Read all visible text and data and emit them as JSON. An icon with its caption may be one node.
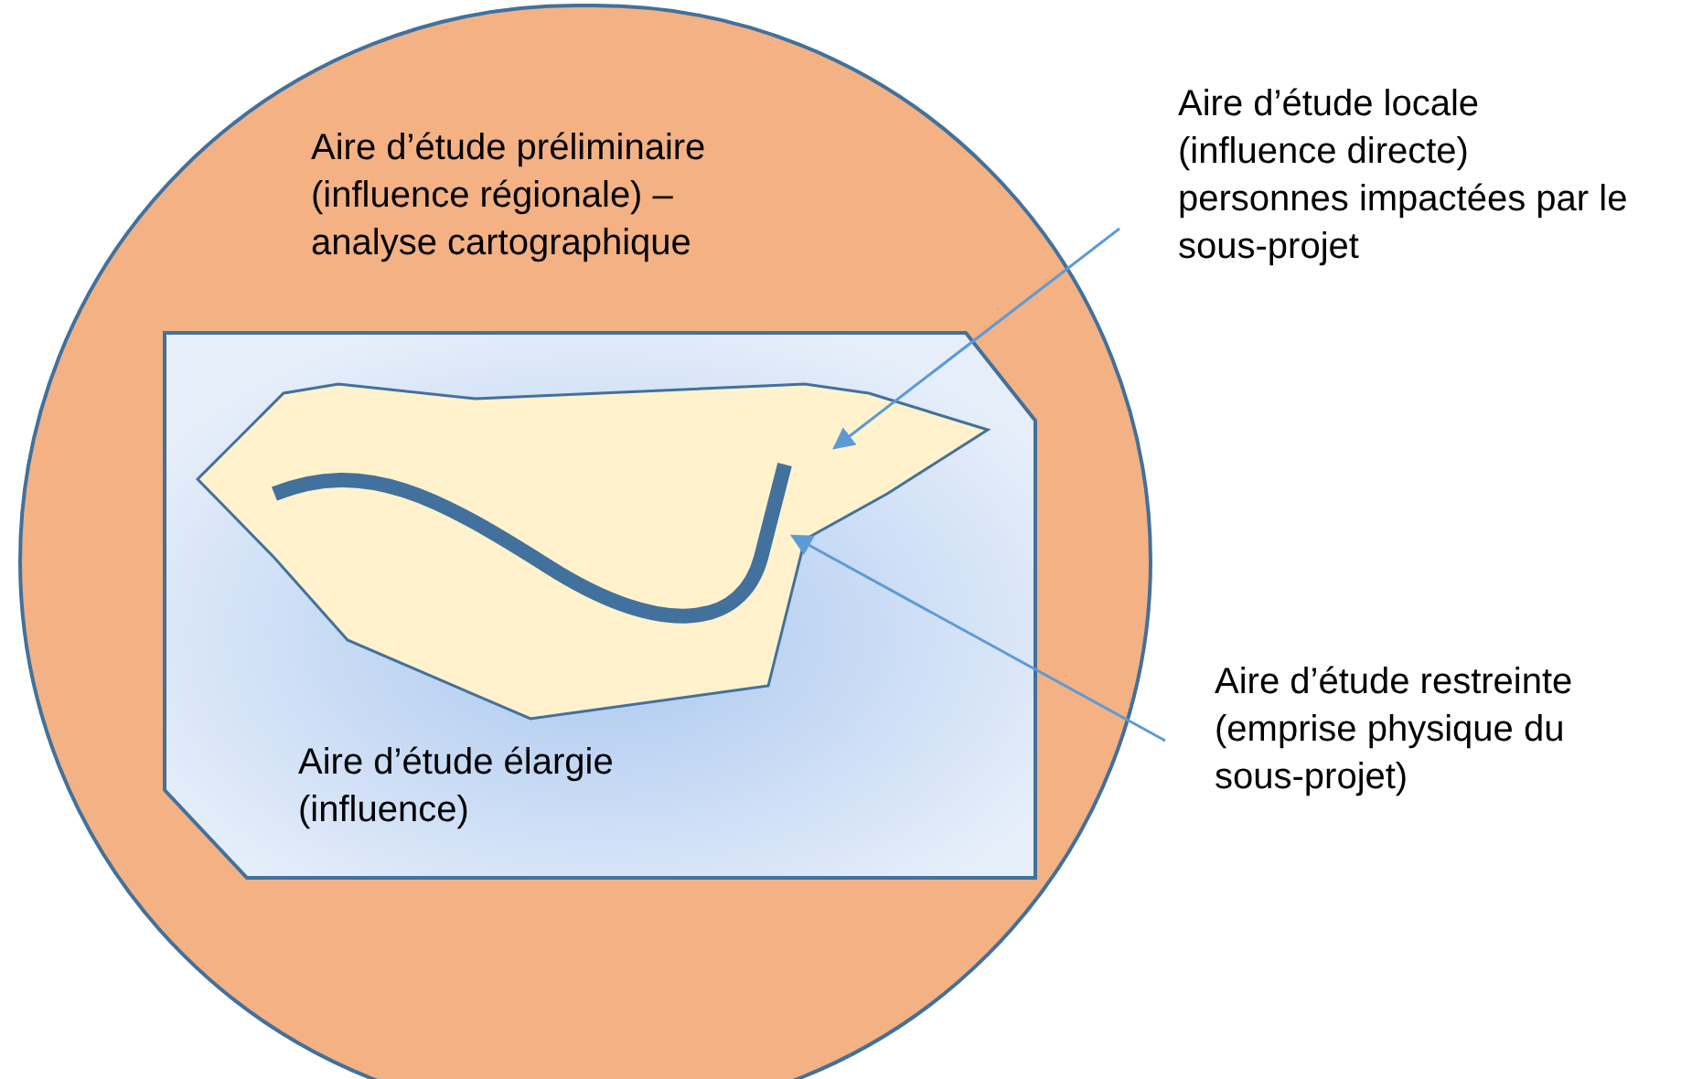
{
  "diagram": {
    "nodes": [
      {
        "text": [
          "Aire d’étude préliminaire (influence régionale) – analyse cartographique"
        ]
      },
      {
        "text": [
          "Aire d’étude élargie (influence)"
        ],
        "in": 0
      },
      {
        "text": [],
        "shape": "polygon",
        "in": 1
      },
      {
        "text": [],
        "shape": "line",
        "in": 2
      },
      {
        "text": [
          "Aire d’étude locale (influence directe) personnes impactées par le sous-projet"
        ]
      },
      {
        "text": [
          "Aire d’étude restreinte (emprise physique du sous-projet)"
        ]
      }
    ],
    "edges": [
      {
        "from": 4,
        "to": 2,
        "arrow": "to"
      },
      {
        "from": 5,
        "to": 3,
        "arrow": "to"
      }
    ]
  }
}
